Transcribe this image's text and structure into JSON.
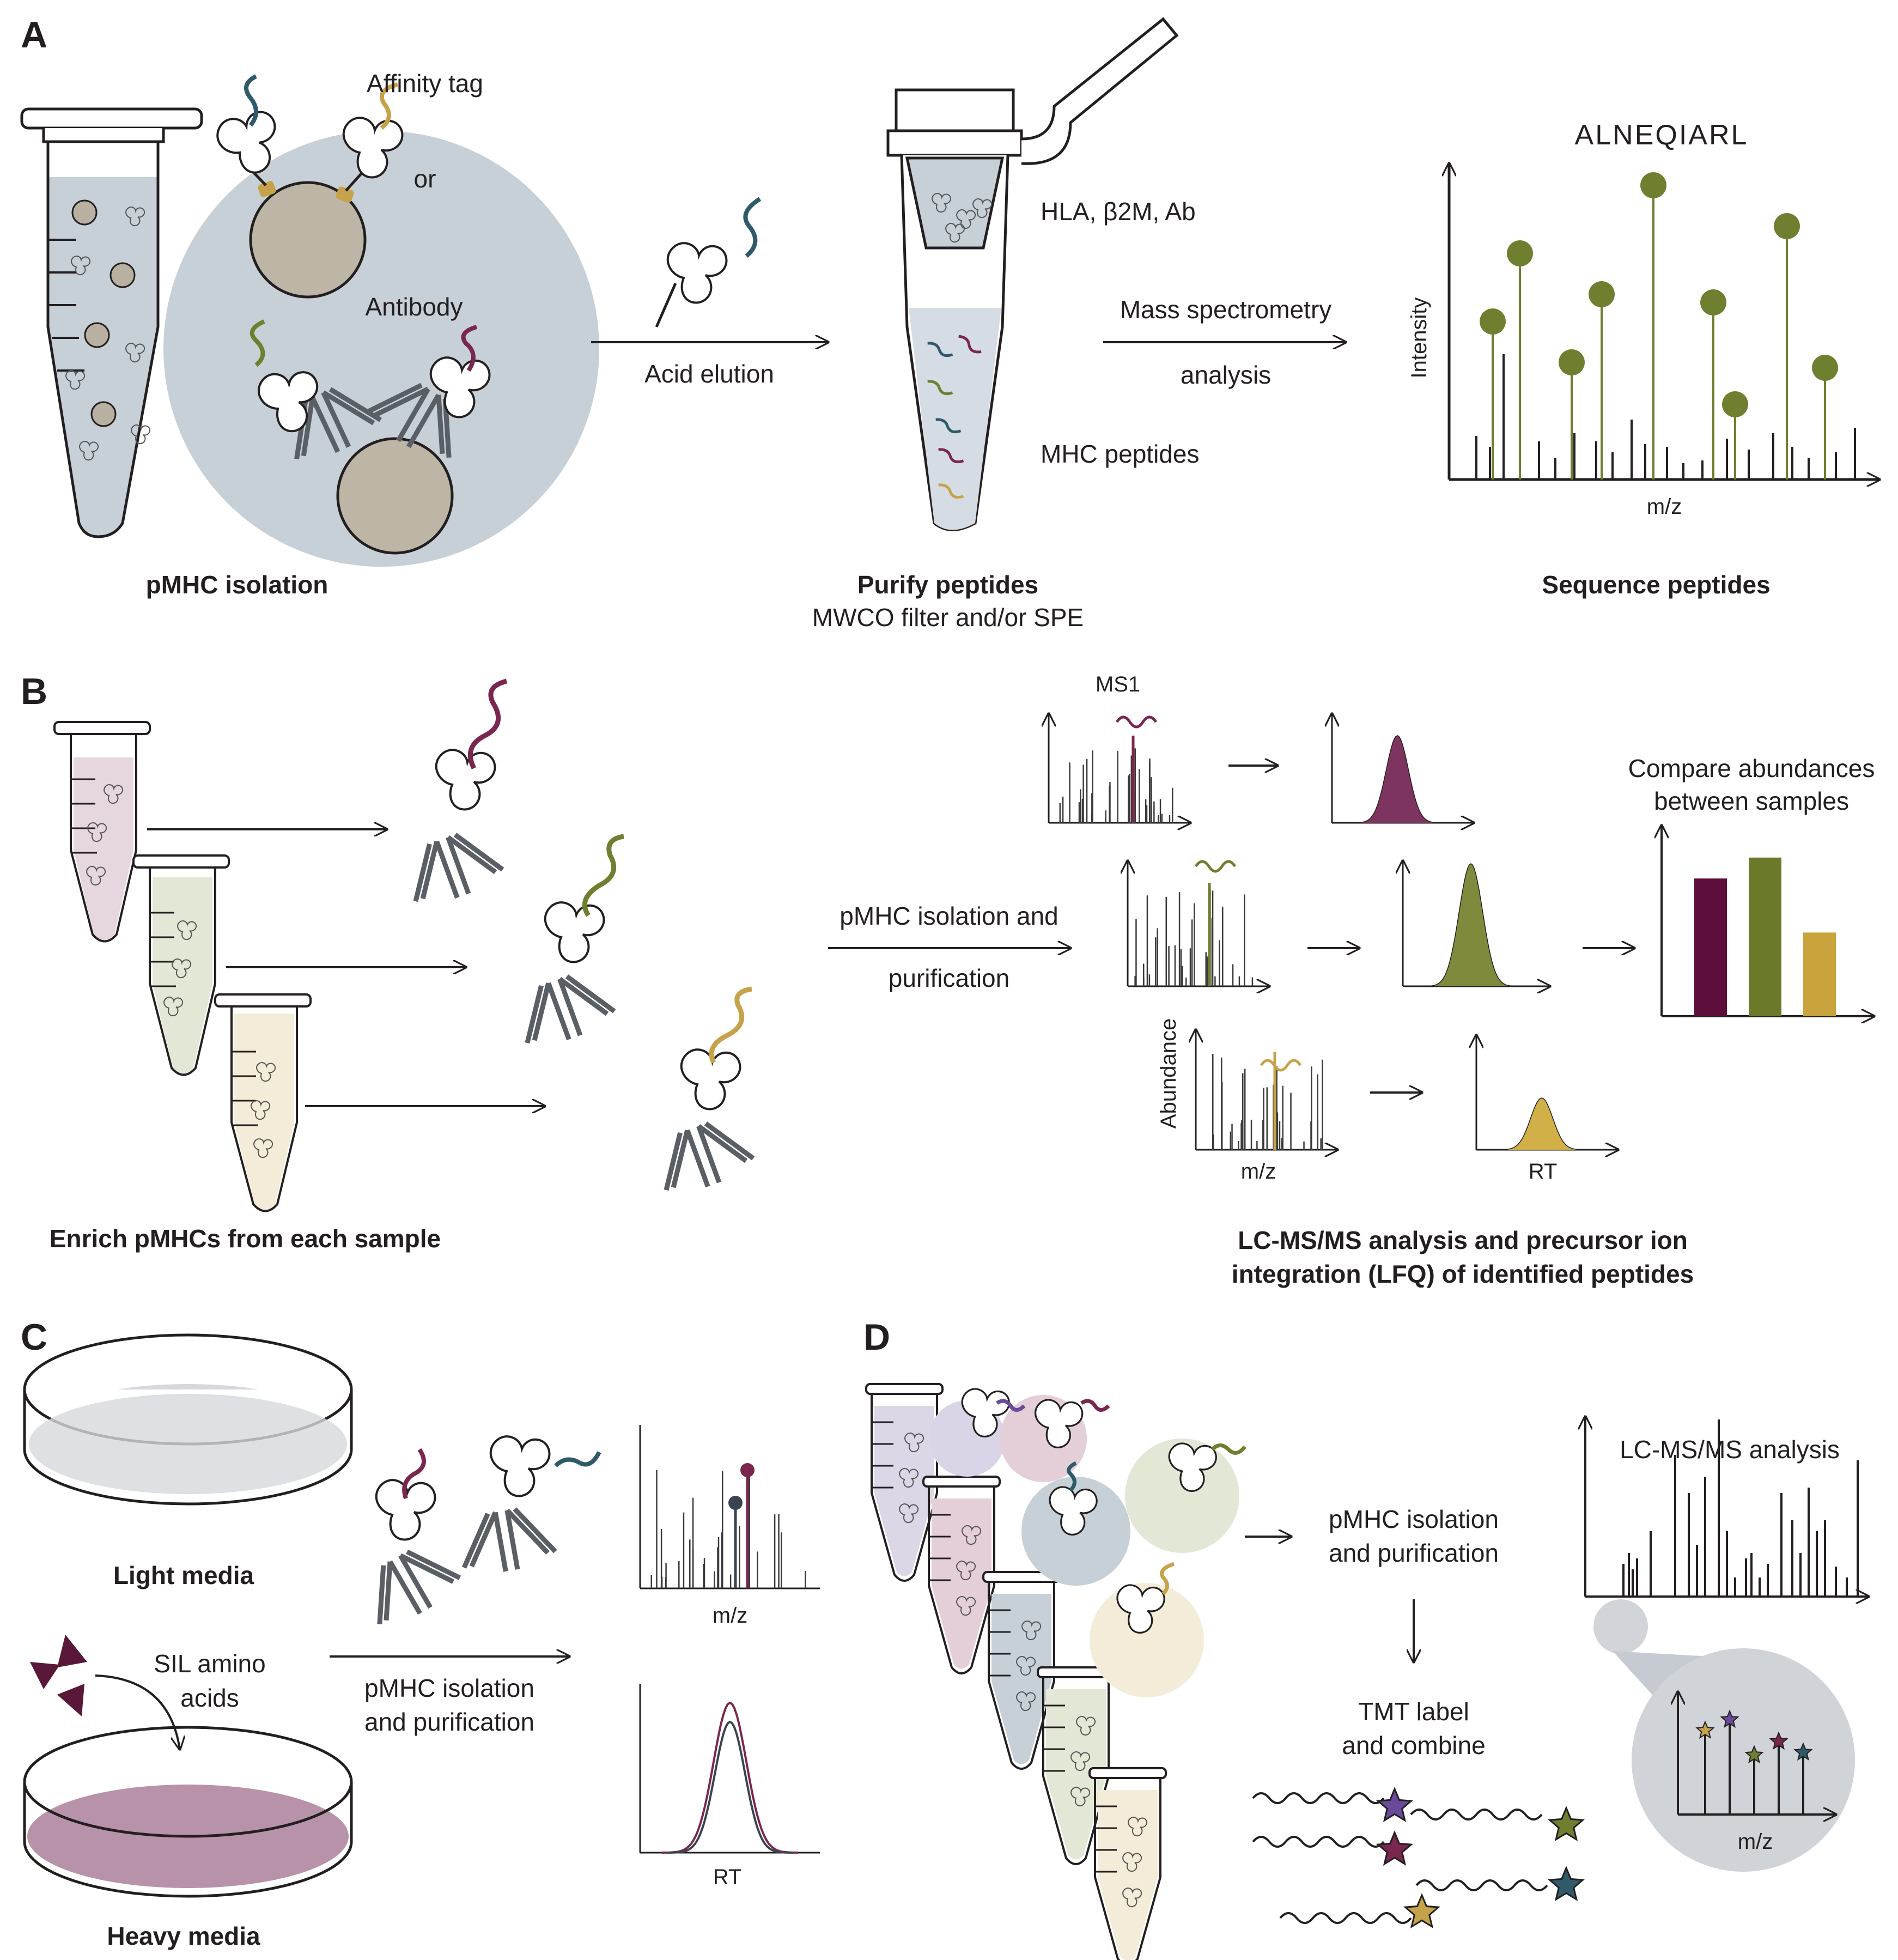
{
  "panels": {
    "a": {
      "label": "A",
      "affinity_tag": "Affinity tag",
      "or": "or",
      "antibody": "Antibody",
      "step1": "pMHC isolation",
      "acid_elution": "Acid elution",
      "retained": "HLA, β2M, Ab",
      "mhc_peptides": "MHC peptides",
      "step2": "Purify peptides",
      "step2_sub": "MWCO filter and/or SPE",
      "ms_line1": "Mass spectrometry",
      "ms_line2": "analysis",
      "sequence": "ALNEQIARL",
      "y_axis": "Intensity",
      "x_axis": "m/z",
      "step3": "Sequence peptides"
    },
    "b": {
      "label": "B",
      "enrich": "Enrich pMHCs from each sample",
      "isolation1": "pMHC isolation and",
      "isolation2": "purification",
      "ms1": "MS1",
      "compare1": "Compare abundances",
      "compare2": "between samples",
      "y_axis": "Abundance",
      "x_axis": "m/z",
      "rt_axis": "RT",
      "lcms1": "LC-MS/MS analysis and precursor ion",
      "lcms2": "integration (LFQ) of identified peptides"
    },
    "c": {
      "label": "C",
      "light": "Light media",
      "sil1": "SIL amino",
      "sil2": "acids",
      "heavy": "Heavy media",
      "isolation1": "pMHC isolation",
      "isolation2": "and purification",
      "x_axis": "m/z",
      "rt_axis": "RT"
    },
    "d": {
      "label": "D",
      "isolation1": "pMHC isolation",
      "isolation2": "and purification",
      "tmt1": "TMT label",
      "tmt2": "and combine",
      "lcms": "LC-MS/MS analysis",
      "x_axis": "m/z"
    }
  },
  "colors": {
    "ink": "#231f20",
    "maroon": "#7a2750",
    "olive": "#6e7f30",
    "mustard": "#c6a34a",
    "teal": "#2f5a6a",
    "purple": "#6a4a9a",
    "bar_maroon": "#5e0e3a",
    "bar_olive": "#6a7a2a",
    "bar_mustard": "#c9a33b",
    "peak_maroon": "#7d3560",
    "peak_olive": "#7f8a3c",
    "peak_mustard": "#d2b048"
  },
  "chart_data": [
    {
      "type": "bar",
      "categories": [
        "",
        "",
        ""
      ],
      "series": [
        {
          "values": [
            0.79,
            0.91,
            0.48
          ]
        }
      ]
    }
  ]
}
